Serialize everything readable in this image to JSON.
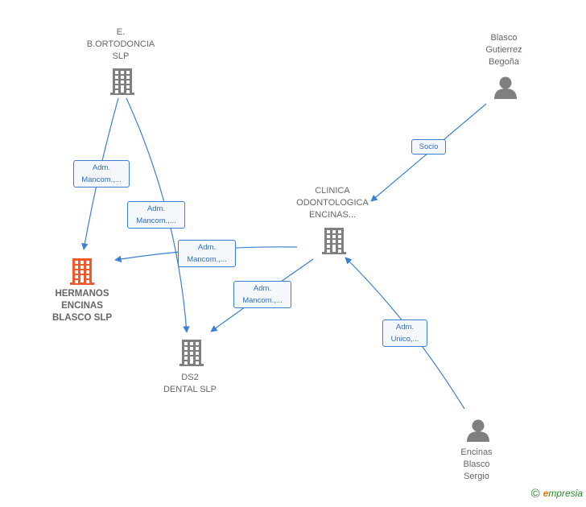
{
  "colors": {
    "edge": "#3a7fd4",
    "company": "#7f7f7f",
    "company_highlight": "#f0592a",
    "person": "#7f7f7f"
  },
  "nodes": [
    {
      "id": "eb",
      "label": "E.\nB.ORTODONCIA\nSLP",
      "kind": "company",
      "icon": "building-icon"
    },
    {
      "id": "he",
      "label": "HERMANOS\nENCINAS\nBLASCO  SLP",
      "kind": "company",
      "highlight": true,
      "icon": "building-icon"
    },
    {
      "id": "ds2",
      "label": "DS2\nDENTAL  SLP",
      "kind": "company",
      "icon": "building-icon"
    },
    {
      "id": "co",
      "label": "CLINICA\nODONTOLOGICA\nENCINAS...",
      "kind": "company",
      "icon": "building-icon"
    },
    {
      "id": "bg",
      "label": "Blasco\nGutierrez\nBegoña",
      "kind": "person",
      "icon": "person-icon"
    },
    {
      "id": "es",
      "label": "Encinas\nBlasco\nSergio",
      "kind": "person",
      "icon": "person-icon"
    }
  ],
  "edges": [
    {
      "from": "eb",
      "to": "he",
      "label": "Adm.\nMancom.,..."
    },
    {
      "from": "eb",
      "to": "ds2",
      "label": "Adm.\nMancom.,..."
    },
    {
      "from": "co",
      "to": "he",
      "label": "Adm.\nMancom.,..."
    },
    {
      "from": "co",
      "to": "ds2",
      "label": "Adm.\nMancom.,..."
    },
    {
      "from": "bg",
      "to": "co",
      "label": "Socio"
    },
    {
      "from": "es",
      "to": "co",
      "label": "Adm.\nUnico,..."
    }
  ],
  "brand": {
    "copyright": "©",
    "e": "e",
    "rest": "mpresia"
  }
}
